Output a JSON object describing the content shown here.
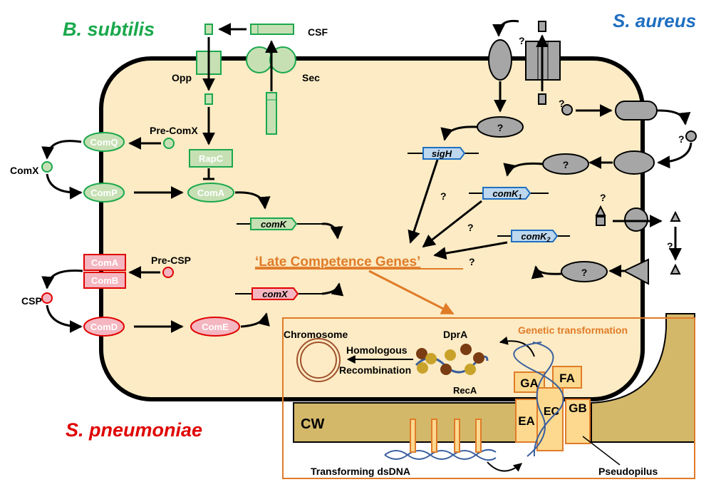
{
  "organisms": {
    "bsubtilis": "B. subtilis",
    "saureus": "S. aureus",
    "spneumoniae": "S. pneumoniae"
  },
  "colors": {
    "cell_fill": "#fcebc4",
    "green": "#1aa84c",
    "green_fill": "#c6e0b4",
    "blue_text": "#1f6fc1",
    "blue_fill": "#bdd7ee",
    "red": "#e00000",
    "pink_fill": "#f4b6c0",
    "orange": "#e07b28",
    "cw_fill": "#d4b86a",
    "grey_fill": "#a6a6a6"
  },
  "bsub": {
    "csf": "CSF",
    "opp": "Opp",
    "sec": "Sec",
    "pre_comx": "Pre-ComX",
    "comx_signal": "ComX",
    "comq": "ComQ",
    "comp": "ComP",
    "comA": "ComA",
    "rapc": "RapC",
    "comK_gene": "comK"
  },
  "spn": {
    "pre_csp": "Pre-CSP",
    "csp": "CSP",
    "comA": "ComA",
    "comB": "ComB",
    "comD": "ComD",
    "comE": "ComE",
    "comX_gene": "comX"
  },
  "sau": {
    "q": "?",
    "sigH": "sigH",
    "comK1": "comK",
    "comK1_sub": "1",
    "comK2": "comK",
    "comK2_sub": "2"
  },
  "center": {
    "late_genes": "‘Late Competence Genes’"
  },
  "transformation": {
    "title": "Genetic transformation",
    "chromosome": "Chromosome",
    "homologous": "Homologous",
    "recombination": "Recombination",
    "dprA": "DprA",
    "recA": "RecA",
    "cw": "CW",
    "ga": "GA",
    "fa": "FA",
    "ea": "EA",
    "ec": "EC",
    "gb": "GB",
    "transforming": "Transforming  dsDNA",
    "pseudopilus": "Pseudopilus"
  }
}
